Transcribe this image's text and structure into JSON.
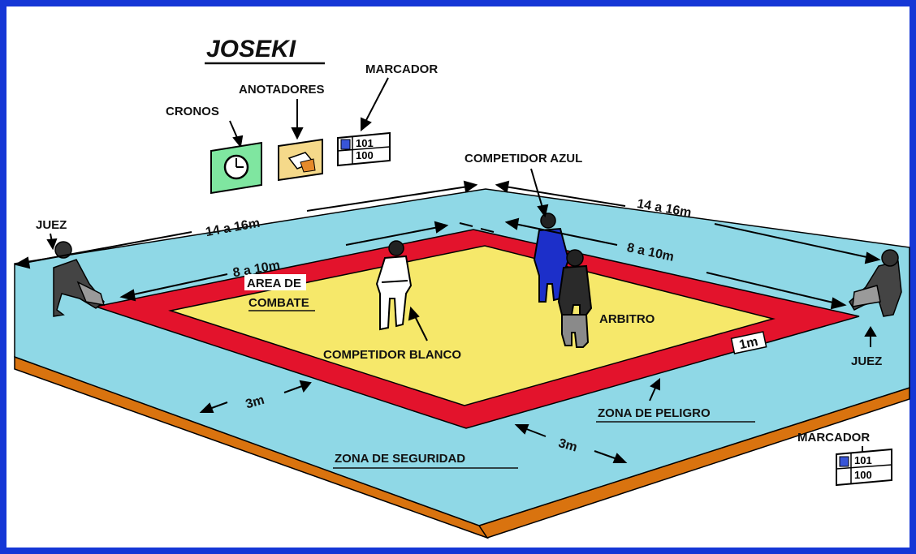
{
  "diagram": {
    "title": "JOSEKI",
    "labels": {
      "cronos": "CRONOS",
      "anotadores": "ANOTADORES",
      "marcador_top": "MARCADOR",
      "marcador_bottom": "MARCADOR",
      "juez_left": "JUEZ",
      "juez_right": "JUEZ",
      "competidor_azul": "COMPETIDOR AZUL",
      "competidor_blanco": "COMPETIDOR BLANCO",
      "arbitro": "ARBITRO",
      "area_de": "AREA DE",
      "combate": "COMBATE",
      "zona_de_peligro": "ZONA DE PELIGRO",
      "zona_de_seguridad": "ZONA DE SEGURIDAD"
    },
    "dimensions": {
      "outer_left": "14 a 16m",
      "outer_right": "14 a 16m",
      "inner_left": "8 a 10m",
      "inner_right": "8 a 10m",
      "danger_width": "1m",
      "safety_left": "3m",
      "safety_right": "3m"
    },
    "scoreboard": {
      "row1": "101",
      "row2": "100"
    },
    "colors": {
      "border": "#1537d6",
      "safety_zone": "#8fd8e6",
      "danger_zone": "#e3132c",
      "combat_area": "#f6e86a",
      "platform_edge": "#d9730f",
      "timer_panel": "#7fe6a0",
      "blue_competitor": "#1c2fc9"
    }
  }
}
